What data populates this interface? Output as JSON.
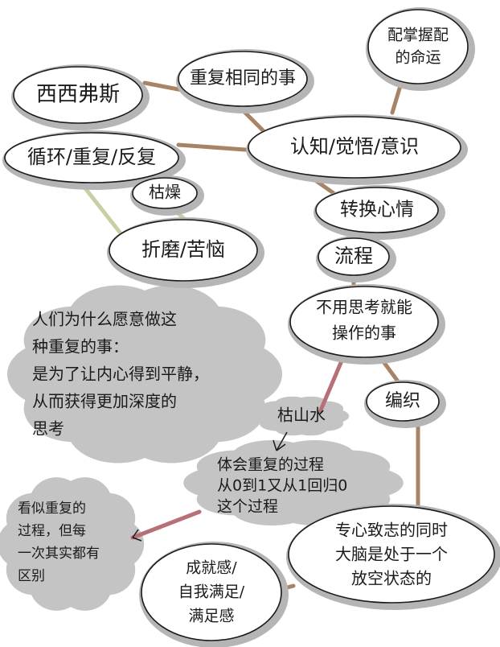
{
  "colors": {
    "background": "#ffffff",
    "bubble_fill": "#ffffff",
    "bubble_shadow": "#b5b5b5",
    "outline": "#1a1a1a",
    "link_brown": "#a88466",
    "link_olive": "#c9cfa2",
    "arrow_rose": "#b77078",
    "note_cloud": "#c4c4c4",
    "text": "#1a1a1a"
  },
  "nodes": {
    "xixifusi": "西西弗斯",
    "repeat_same": "重复相同的事",
    "control_fate": [
      "配掌握配",
      "的命运"
    ],
    "cycle": "循环/重复/反复",
    "cognition": "认知/觉悟/意识",
    "boring": "枯燥",
    "switch_mood": "转换心情",
    "torment": "折磨/苦恼",
    "process": "流程",
    "no_thinking": [
      "不用思考就能",
      "操作的事"
    ],
    "weave": "编织",
    "focus": [
      "专心致志的同时",
      "大脑是处于一个",
      "放空状态的"
    ],
    "achievement": [
      "成就感/",
      "自我满足/",
      "满足感"
    ]
  },
  "notes": {
    "why": [
      "人们为什么愿意做这",
      "种重复的事：",
      "是为了让内心得到平静，",
      "从而获得更加深度的",
      "思考"
    ],
    "karesansui": "枯山水",
    "experience": [
      "体会重复的过程",
      "从0到1又从1回归0",
      "这个过程"
    ],
    "seems_repeat": [
      "看似重复的",
      "过程，但每",
      "一次其实都有",
      "区别"
    ]
  }
}
